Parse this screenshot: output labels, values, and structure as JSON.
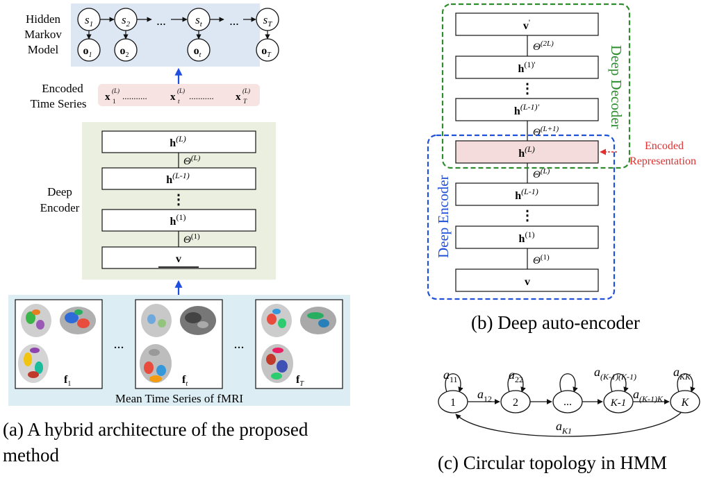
{
  "panel_a": {
    "hmm_label": [
      "Hidden",
      "Markov",
      "Model"
    ],
    "states": [
      {
        "base": "s",
        "sub": "1"
      },
      {
        "base": "s",
        "sub": "2"
      },
      {
        "base": "s",
        "sub": "t"
      },
      {
        "base": "s",
        "sub": "T"
      }
    ],
    "observations": [
      {
        "base": "o",
        "sub": "1"
      },
      {
        "base": "o",
        "sub": "2"
      },
      {
        "base": "o",
        "sub": "t"
      },
      {
        "base": "o",
        "sub": "T"
      }
    ],
    "ellipsis": "...",
    "encoded_label": [
      "Encoded",
      "Time Series"
    ],
    "encoded_items": [
      {
        "base": "x",
        "sub": "1",
        "sup": "(L)"
      },
      {
        "base": "x",
        "sub": "t",
        "sup": "(L)"
      },
      {
        "base": "x",
        "sub": "T",
        "sup": "(L)"
      }
    ],
    "dots": "...........",
    "encoder_label": [
      "Deep",
      "Encoder"
    ],
    "layers": [
      {
        "base": "h",
        "sup": "(L)"
      },
      {
        "base": "h",
        "sup": "(L-1)"
      },
      {
        "vdots": "⋮"
      },
      {
        "base": "h",
        "sup": "(1)"
      },
      {
        "base": "v"
      }
    ],
    "thetas": [
      {
        "base": "Θ",
        "sup": "(L)"
      },
      {
        "base": "Θ",
        "sup": "(1)"
      }
    ],
    "fmri_frames": [
      {
        "base": "f",
        "sub": "1"
      },
      {
        "base": "f",
        "sub": "t"
      },
      {
        "base": "f",
        "sub": "T"
      }
    ],
    "frame_ellipsis": "...",
    "fmri_caption": "Mean Time Series of fMRI",
    "caption": [
      "(a)  A hybrid architecture of the proposed",
      "method"
    ]
  },
  "panel_b": {
    "layers": [
      {
        "base": "v",
        "sup": "'"
      },
      {
        "base": "h",
        "sup": "(1)'"
      },
      {
        "vdots": "⋮"
      },
      {
        "base": "h",
        "sup": "(L-1)'"
      },
      {
        "base": "h",
        "sup": "(L)"
      },
      {
        "base": "h",
        "sup": "(L-1)"
      },
      {
        "vdots": "⋮"
      },
      {
        "base": "h",
        "sup": "(1)"
      },
      {
        "base": "v"
      }
    ],
    "thetas": [
      {
        "base": "Θ",
        "sup": "(2L)"
      },
      {
        "base": "Θ",
        "sup": "(L+1)"
      },
      {
        "base": "Θ",
        "sup": "(L)"
      },
      {
        "base": "Θ",
        "sup": "(1)"
      }
    ],
    "decoder_label": "Deep Decoder",
    "encoder_label": "Deep Encoder",
    "encoded_rep": [
      "Encoded",
      "Representation"
    ],
    "caption": "(b)  Deep auto-encoder"
  },
  "panel_c": {
    "nodes": [
      "1",
      "2",
      "...",
      "K-1",
      "K"
    ],
    "self_loops": [
      {
        "base": "a",
        "sub": "11"
      },
      {
        "base": "a",
        "sub": "22"
      },
      {
        "base": "a",
        "sub": "(K-1)(K-1)"
      },
      {
        "base": "a",
        "sub": "KK"
      }
    ],
    "transitions": [
      {
        "base": "a",
        "sub": "12"
      },
      {
        "base": "a",
        "sub": "(K-1)K"
      }
    ],
    "return_edge": {
      "base": "a",
      "sub": "K1"
    },
    "caption": "(c)  Circular topology in HMM"
  },
  "colors": {
    "hmm_bg": "#dde7f3",
    "encoded_bg": "#f8e3e3",
    "encoder_bg": "#ebefdf",
    "fmri_bg": "#dcedf4",
    "highlight_layer": "#f5dcdc",
    "decoder_border": "#2e8b2e",
    "encoder_border": "#2050d8",
    "arrow_blue": "#1f4fe0",
    "red": "#e03030"
  }
}
